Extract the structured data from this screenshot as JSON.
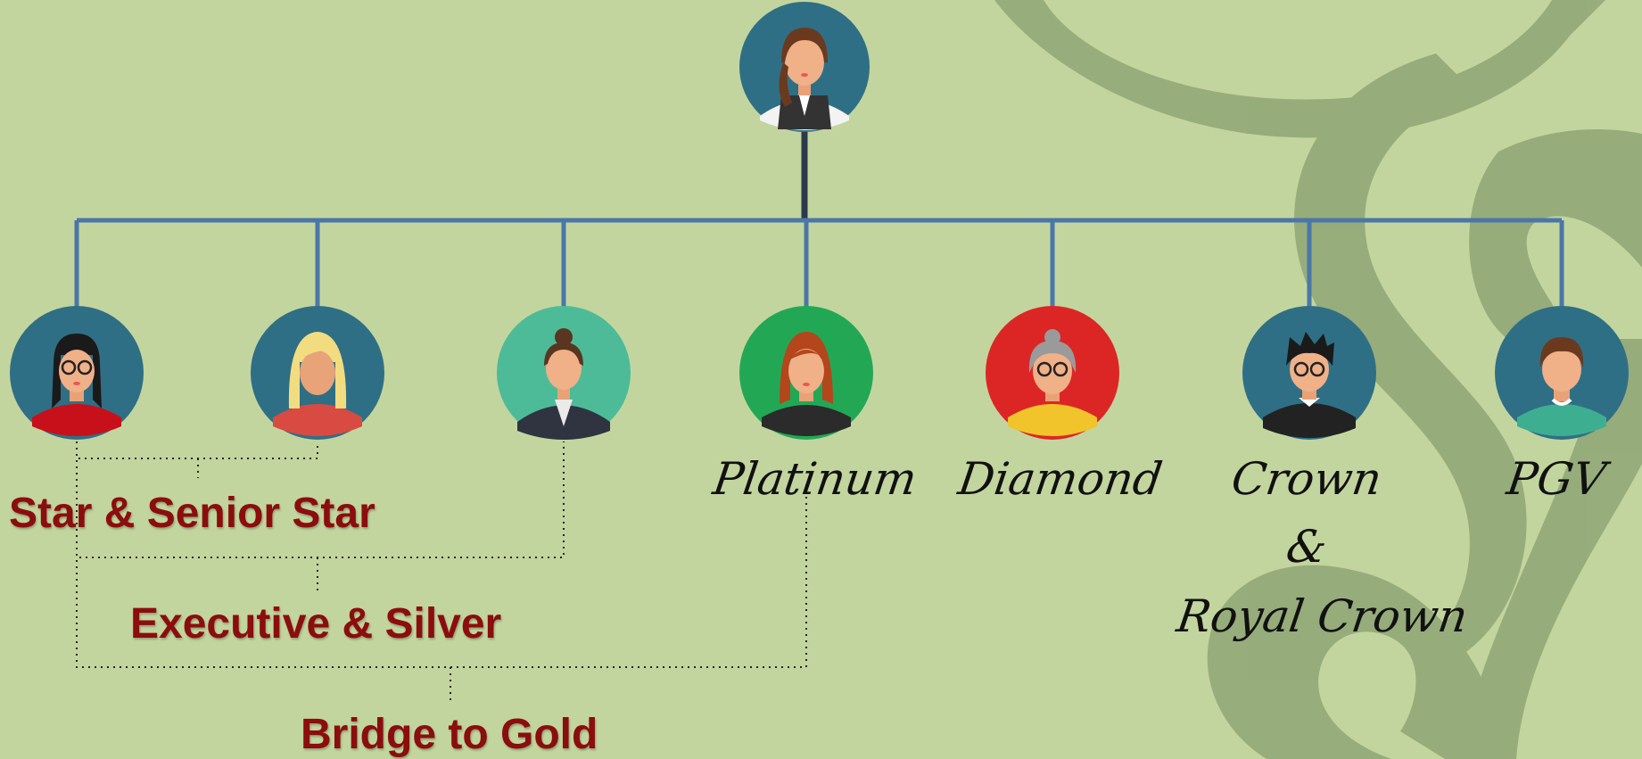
{
  "colors": {
    "background": "#c3d59e",
    "swirl": "#92a878",
    "connector": "#4a77a8",
    "group_label": "#8b0d0d",
    "rank_label": "#111111"
  },
  "diagram": {
    "root": {
      "icon": "woman-vest-avatar-icon",
      "circle": "#2f6f85"
    },
    "nodes": [
      {
        "icon": "woman-glasses-red-top-avatar-icon",
        "circle": "#2f6f85"
      },
      {
        "icon": "blonde-woman-avatar-icon",
        "circle": "#2f6f85"
      },
      {
        "icon": "woman-suit-bun-avatar-icon",
        "circle": "#4dbb98"
      },
      {
        "icon": "redhead-woman-avatar-icon",
        "circle": "#22a855"
      },
      {
        "icon": "grandmother-glasses-avatar-icon",
        "circle": "#dc2626"
      },
      {
        "icon": "man-glasses-avatar-icon",
        "circle": "#2f6f85"
      },
      {
        "icon": "young-man-avatar-icon",
        "circle": "#2f6f85"
      }
    ],
    "rank_labels": {
      "platinum": "Platinum",
      "diamond": "Diamond",
      "crown": "Crown",
      "amp": "&",
      "royal_crown": "Royal Crown",
      "pgv": "PGV"
    },
    "group_labels": {
      "star": "Star & Senior Star",
      "executive": "Executive & Silver",
      "bridge": "Bridge to Gold"
    }
  }
}
